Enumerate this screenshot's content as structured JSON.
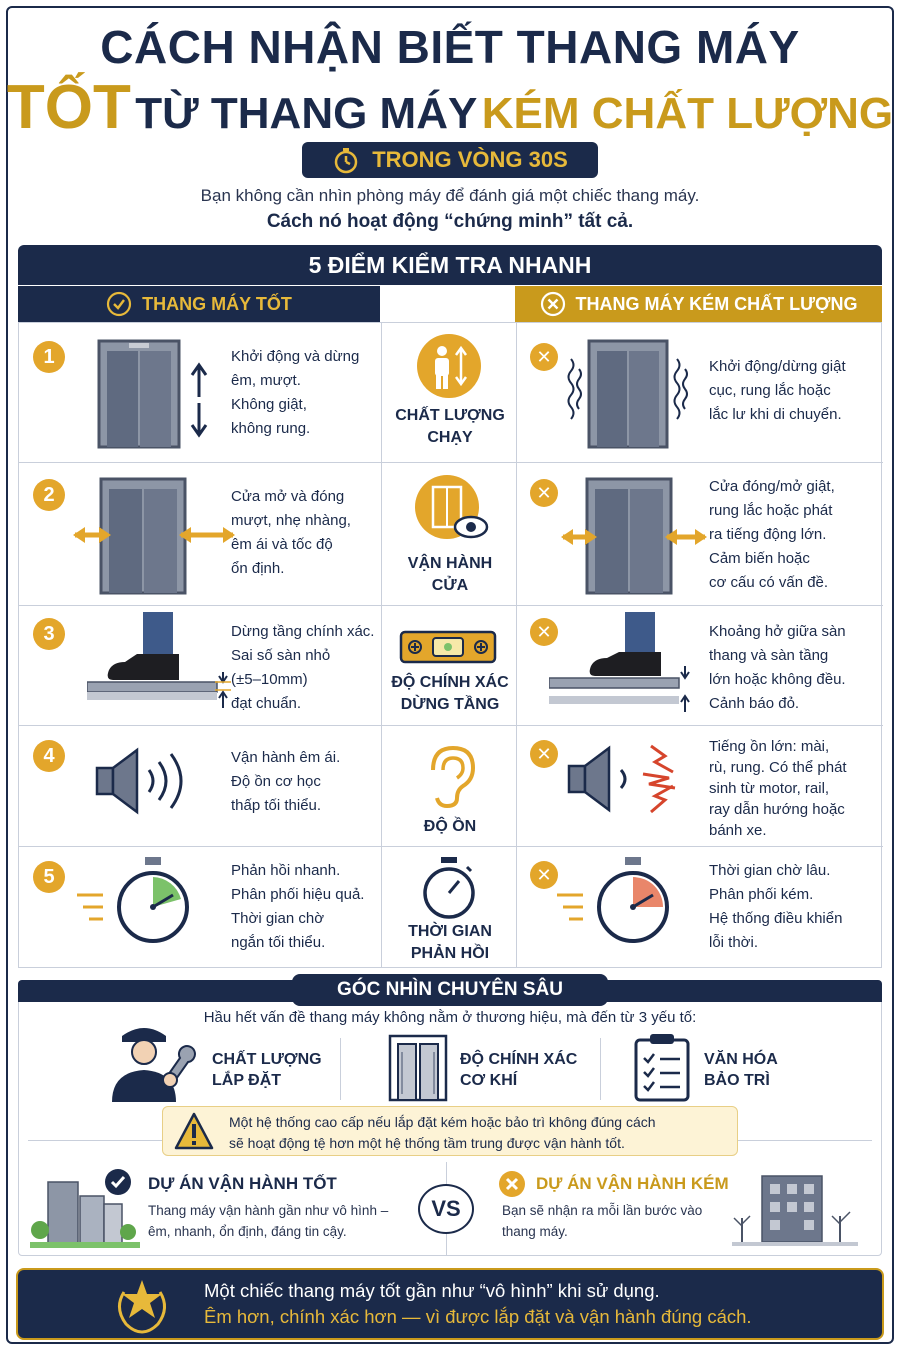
{
  "title": {
    "line1": "CÁCH NHẬN BIẾT THANG MÁY",
    "line2_gold": "TỐT",
    "line2_mid": "TỪ THANG MÁY",
    "line2_gold2": "KÉM CHẤT LƯỢNG"
  },
  "badge": "TRONG VÒNG 30S",
  "intro": {
    "line1": "Bạn không cần nhìn phòng máy để đánh giá một chiếc thang máy.",
    "line2": "Cách nó hoạt động “chứng minh” tất cả."
  },
  "section_title": "5 ĐIỂM KIỂM TRA NHANH",
  "col_good": "THANG MÁY TỐT",
  "col_bad": "THANG MÁY KÉM CHẤT LƯỢNG",
  "rows": [
    {
      "num": "1",
      "good": [
        "Khởi động và dừng",
        "êm, mượt.",
        "Không giật,",
        "không rung."
      ],
      "label": [
        "CHẤT LƯỢNG",
        "CHẠY"
      ],
      "bad": [
        "Khởi động/dừng giật",
        "cục, rung lắc hoặc",
        "lắc lư khi di chuyển."
      ]
    },
    {
      "num": "2",
      "good": [
        "Cửa mở và đóng",
        "mượt, nhẹ nhàng,",
        "êm ái và tốc độ",
        "ổn định."
      ],
      "label": [
        "VẬN HÀNH",
        "CỬA"
      ],
      "bad": [
        "Cửa đóng/mở giật,",
        "rung lắc hoặc phát",
        "ra tiếng động lớn.",
        "Cảm biến hoặc",
        "cơ cấu có vấn đề."
      ]
    },
    {
      "num": "3",
      "good": [
        "Dừng tầng chính xác.",
        "Sai số sàn nhỏ",
        "(±5–10mm)",
        "đạt chuẩn."
      ],
      "label": [
        "ĐỘ CHÍNH XÁC",
        "DỪNG TẦNG"
      ],
      "bad": [
        "Khoảng hở giữa sàn",
        "thang và sàn tầng",
        "lớn hoặc không đều.",
        "Cảnh báo đỏ."
      ]
    },
    {
      "num": "4",
      "good": [
        "Vận hành êm ái.",
        "Độ ồn cơ học",
        "thấp tối thiểu."
      ],
      "label": [
        "ĐỘ ỒN"
      ],
      "bad": [
        "Tiếng ồn lớn: mài,",
        "rù, rung. Có thể phát",
        "sinh từ motor, rail,",
        "ray dẫn hướng hoặc",
        "bánh xe."
      ]
    },
    {
      "num": "5",
      "good": [
        "Phản hồi nhanh.",
        "Phân phối hiệu quả.",
        "Thời gian chờ",
        "ngắn tối thiểu."
      ],
      "label": [
        "THỜI GIAN",
        "PHẢN HỒI"
      ],
      "bad": [
        "Thời gian chờ lâu.",
        "Phân phối kém.",
        "Hệ thống điều khiển",
        "lỗi thời."
      ]
    }
  ],
  "deep": {
    "title": "GÓC NHÌN CHUYÊN SÂU",
    "intro": "Hầu hết vấn đề thang máy không nằm ở thương hiệu, mà đến từ 3 yếu tố:",
    "factors": [
      [
        "CHẤT LƯỢNG",
        "LẮP ĐẶT"
      ],
      [
        "ĐỘ CHÍNH XÁC",
        "CƠ KHÍ"
      ],
      [
        "VĂN HÓA",
        "BẢO TRÌ"
      ]
    ],
    "warning": [
      "Một hệ thống cao cấp nếu lắp đặt kém hoặc bảo trì không đúng cách",
      "sẽ hoạt động tệ hơn một hệ thống tầm trung được vận hành tốt."
    ],
    "good_title": "DỰ ÁN VẬN HÀNH TỐT",
    "good_desc": [
      "Thang máy vận hành gần như vô hình –",
      "êm, nhanh, ổn định, đáng tin cậy."
    ],
    "vs": "VS",
    "bad_title": "DỰ ÁN VẬN HÀNH KÉM",
    "bad_desc": [
      "Bạn sẽ nhận ra mỗi lần bước vào",
      "thang máy."
    ]
  },
  "bottom": {
    "line1": "Một chiếc thang máy tốt gần như “vô hình” khi sử dụng.",
    "line2": "Êm hơn, chính xác hơn — vì được lắp đặt và vận hành đúng cách."
  },
  "colors": {
    "navy": "#1b2a4a",
    "gold": "#c99a1c",
    "orange": "#e3a62b",
    "red": "#d6452c"
  }
}
